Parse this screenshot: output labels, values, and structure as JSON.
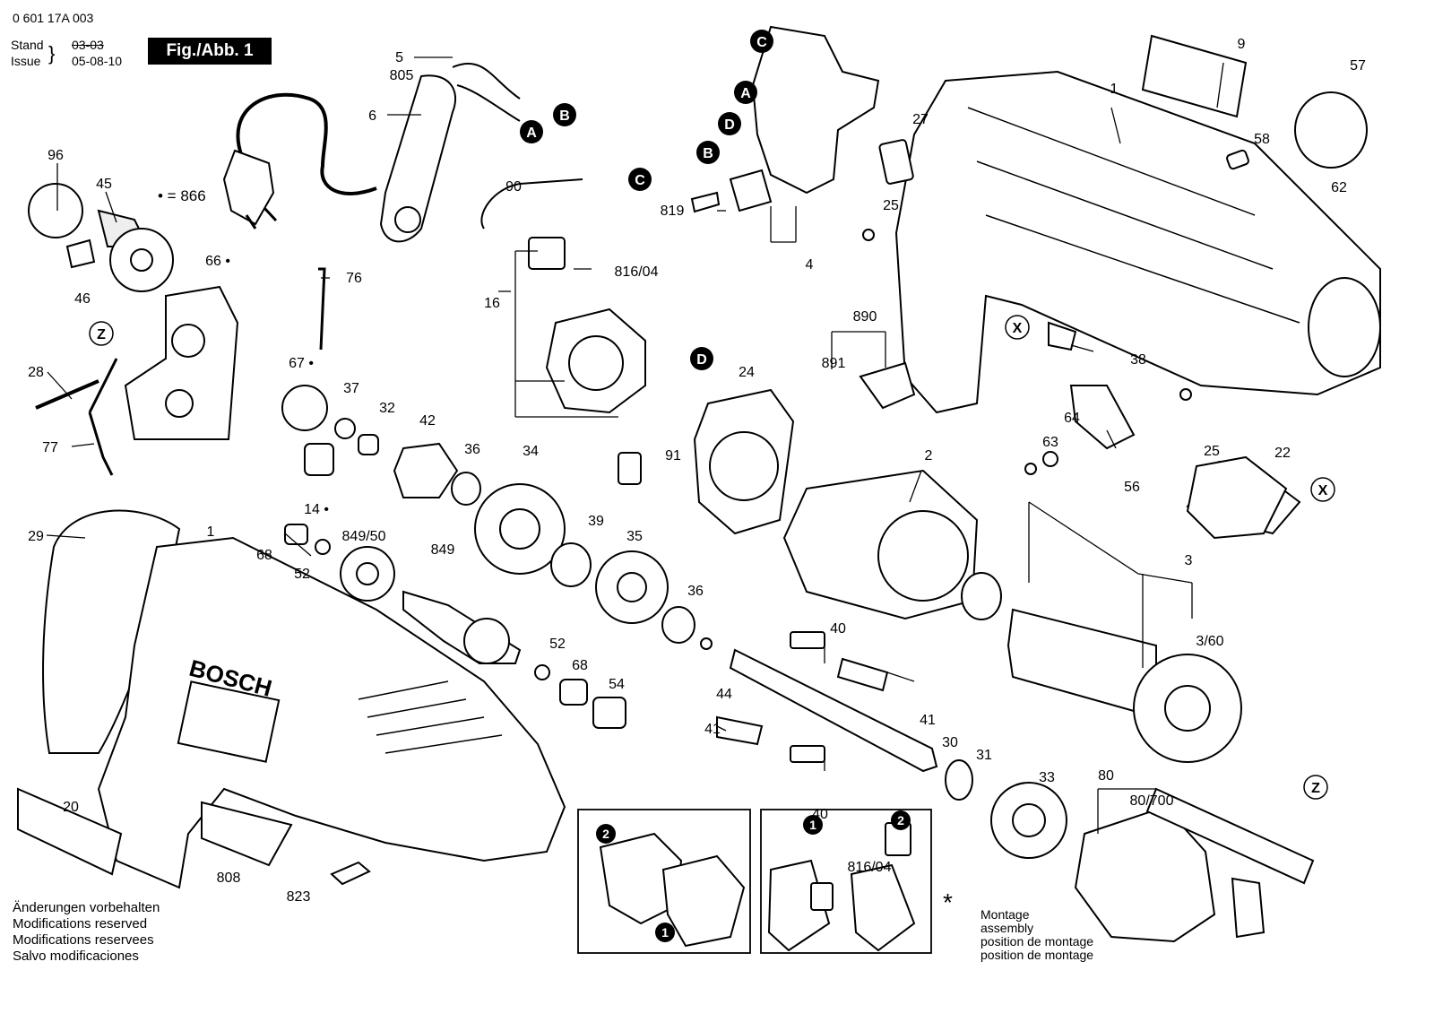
{
  "header": {
    "doc_number": "0 601 17A 003",
    "stand_label": "Stand",
    "issue_label": "Issue",
    "stand_date": "03-03",
    "issue_date": "05-08-10",
    "figure_label": "Fig./Abb. 1"
  },
  "legend_note": "• = 866",
  "footer": {
    "modifications": [
      "Änderungen vorbehalten",
      "Modifications reserved",
      "Modifications reservees",
      "Salvo modificaciones"
    ],
    "assembly_note": [
      "Montage",
      "assembly",
      "position de montage",
      "position de montage"
    ],
    "asterisk": "*"
  },
  "brand_on_housing": "BOSCH",
  "callouts": [
    {
      "label": "5"
    },
    {
      "label": "805"
    },
    {
      "label": "6"
    },
    {
      "label": "96"
    },
    {
      "label": "45"
    },
    {
      "label": "46"
    },
    {
      "label": "66 •"
    },
    {
      "label": "76"
    },
    {
      "label": "28"
    },
    {
      "label": "77"
    },
    {
      "label": "67 •"
    },
    {
      "label": "37"
    },
    {
      "label": "32"
    },
    {
      "label": "42"
    },
    {
      "label": "36"
    },
    {
      "label": "34"
    },
    {
      "label": "14 •"
    },
    {
      "label": "29"
    },
    {
      "label": "1"
    },
    {
      "label": "68"
    },
    {
      "label": "52"
    },
    {
      "label": "849/50"
    },
    {
      "label": "849"
    },
    {
      "label": "39"
    },
    {
      "label": "35"
    },
    {
      "label": "36"
    },
    {
      "label": "52"
    },
    {
      "label": "68"
    },
    {
      "label": "54"
    },
    {
      "label": "44"
    },
    {
      "label": "20"
    },
    {
      "label": "808"
    },
    {
      "label": "823"
    },
    {
      "label": "90"
    },
    {
      "label": "816/04"
    },
    {
      "label": "16"
    },
    {
      "label": "91"
    },
    {
      "label": "24"
    },
    {
      "label": "819"
    },
    {
      "label": "4"
    },
    {
      "label": "27"
    },
    {
      "label": "25"
    },
    {
      "label": "1"
    },
    {
      "label": "9"
    },
    {
      "label": "57"
    },
    {
      "label": "58"
    },
    {
      "label": "62"
    },
    {
      "label": "890"
    },
    {
      "label": "891"
    },
    {
      "label": "38"
    },
    {
      "label": "64"
    },
    {
      "label": "63"
    },
    {
      "label": "56"
    },
    {
      "label": "25"
    },
    {
      "label": "22"
    },
    {
      "label": "2"
    },
    {
      "label": "3"
    },
    {
      "label": "3/60"
    },
    {
      "label": "40"
    },
    {
      "label": "41"
    },
    {
      "label": "41"
    },
    {
      "label": "30"
    },
    {
      "label": "40"
    },
    {
      "label": "31"
    },
    {
      "label": "33"
    },
    {
      "label": "80"
    },
    {
      "label": "80/700"
    },
    {
      "label": "816/04"
    }
  ],
  "connectors": {
    "a": "A",
    "b": "B",
    "c": "C",
    "d": "D",
    "x": "X",
    "z": "Z"
  },
  "steps": {
    "one": "1",
    "two": "2"
  }
}
